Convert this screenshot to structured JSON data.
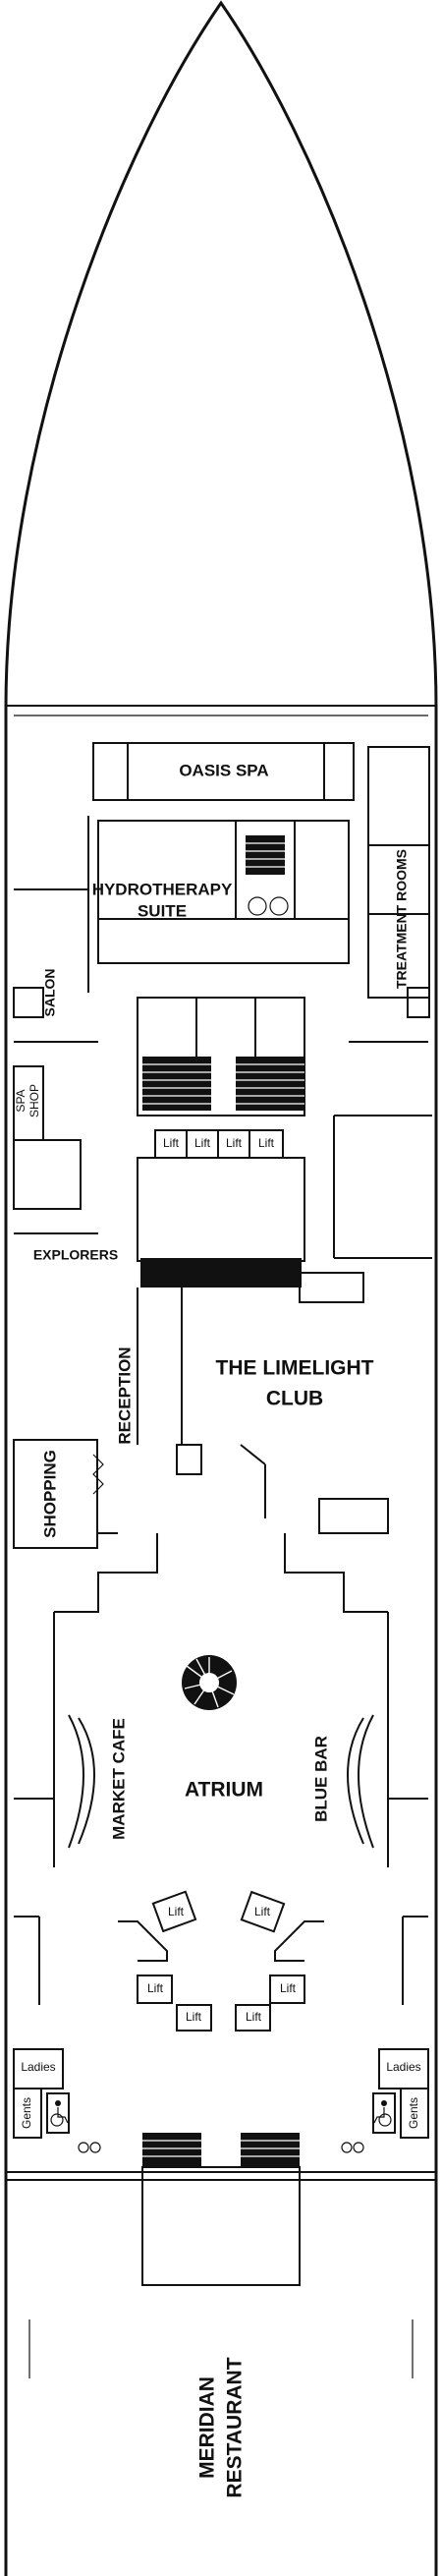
{
  "rooms": {
    "oasis_spa": "OASIS SPA",
    "hydrotherapy_line1": "HYDROTHERAPY",
    "hydrotherapy_line2": "SUITE",
    "treatment_rooms": "TREATMENT ROOMS",
    "salon": "SALON",
    "spa_shop_line1": "SPA",
    "spa_shop_line2": "SHOP",
    "explorers": "EXPLORERS",
    "reception": "RECEPTION",
    "limelight_line1": "THE LIMELIGHT",
    "limelight_line2": "CLUB",
    "shopping": "SHOPPING",
    "market_cafe": "MARKET CAFE",
    "atrium": "ATRIUM",
    "blue_bar": "BLUE BAR",
    "ladies_left": "Ladies",
    "ladies_right": "Ladies",
    "gents_left": "Gents",
    "gents_right": "Gents",
    "meridian_line1": "MERIDIAN",
    "meridian_line2": "RESTAURANT"
  },
  "lifts": {
    "forward": [
      "Lift",
      "Lift",
      "Lift",
      "Lift"
    ],
    "aft_upper_left": "Lift",
    "aft_upper_right": "Lift",
    "aft_mid_left": "Lift",
    "aft_mid_right": "Lift",
    "aft_lower_left": "Lift",
    "aft_lower_right": "Lift"
  },
  "icons": {
    "accessible": "wheelchair-icon",
    "spiral_stair": "spiral-staircase-icon"
  }
}
